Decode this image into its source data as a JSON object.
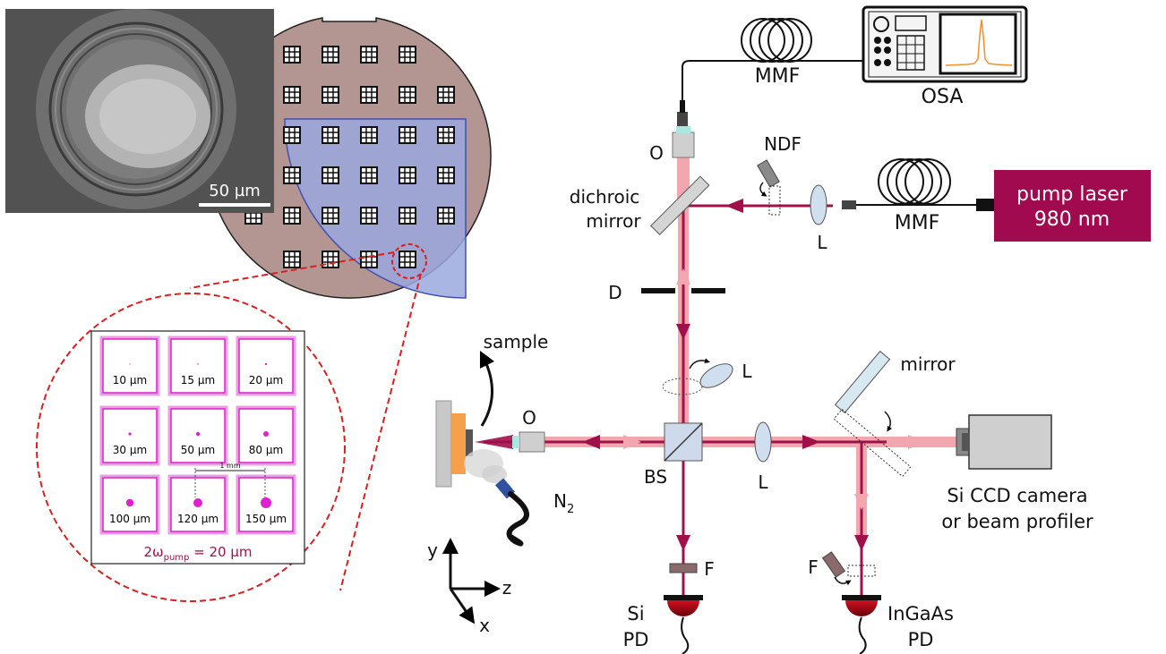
{
  "photo": {
    "scale_bar_label": "50 µm"
  },
  "inset": {
    "cells": [
      "10 µm",
      "15 µm",
      "20 µm",
      "30 µm",
      "50 µm",
      "80 µm",
      "100 µm",
      "120 µm",
      "150 µm"
    ],
    "dimension_label": "1 mm",
    "caption_prefix": "2ω",
    "caption_subscript": "pump",
    "caption_suffix": " = 20 µm"
  },
  "labels": {
    "mmf_top": "MMF",
    "osa": "OSA",
    "objective_top": "O",
    "ndf": "NDF",
    "dichroic_line1": "dichroic",
    "dichroic_line2": "mirror",
    "lens_pump": "L",
    "mmf_pump": "MMF",
    "pump_line1": "pump laser",
    "pump_line2": "980 nm",
    "iris": "D",
    "sample": "sample",
    "lens_flip": "L",
    "mirror": "mirror",
    "objective_sample": "O",
    "bs": "BS",
    "lens_camera": "L",
    "n2": "N",
    "n2_sub": "2",
    "camera_line1": "Si CCD camera",
    "camera_line2": "or beam profiler",
    "filter_si": "F",
    "filter_ingaas": "F",
    "si_pd_line1": "Si",
    "si_pd_line2": "PD",
    "ingaas_line1": "InGaAs",
    "ingaas_line2": "PD",
    "axis_y": "y",
    "axis_z": "z",
    "axis_x": "x"
  },
  "colors": {
    "beam_pump": "#a0104a",
    "beam_signal": "#f2a6ad",
    "wafer": "#b39591",
    "region": "#9aa8dd",
    "inset_red": "#d92020",
    "pink": "#e020d0",
    "caption": "#a0104a",
    "pump_box": "#a10a4e"
  }
}
